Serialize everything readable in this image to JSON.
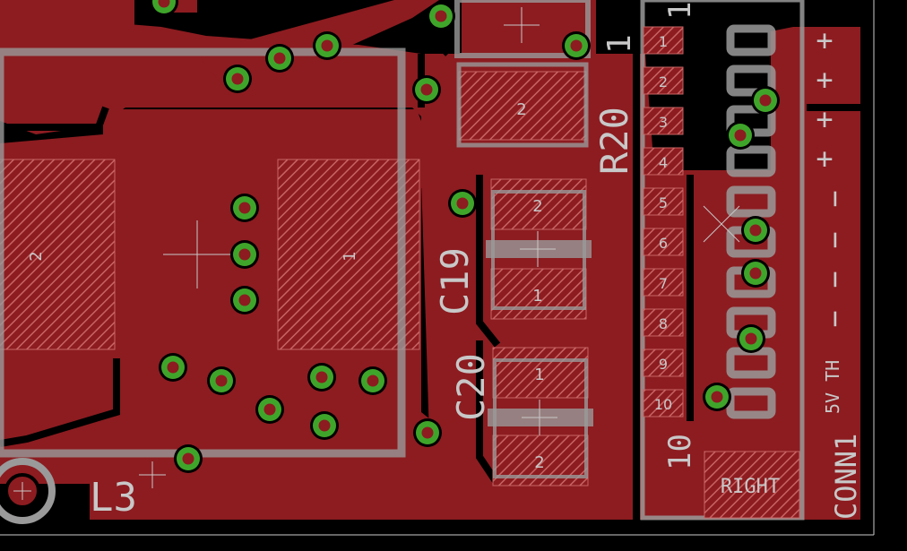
{
  "board": {
    "colors": {
      "background": "#000000",
      "copper": "#8c1c20",
      "pad_hatch": "#c86464",
      "via": "#3fa52a",
      "silkscreen": "#c8c8c8",
      "outline": "#9a9a9a"
    }
  },
  "labels": {
    "r20": "R20",
    "r20_pin1": "1",
    "c19": "C19",
    "c20": "C20",
    "l3": "L3",
    "conn1": "CONN1",
    "pwr": "5V TH",
    "right": "RIGHT",
    "conn_pin1": "1",
    "conn_pin10": "10",
    "plus_mark": "+",
    "minus_mark": "−"
  },
  "pads": {
    "l3_left": "2",
    "l3_right": "1",
    "r20_pad": "2",
    "c19_top": "2",
    "c19_bottom": "1",
    "c20_top": "1",
    "c20_bottom": "2"
  },
  "connector_pins": [
    "1",
    "2",
    "3",
    "4",
    "5",
    "6",
    "7",
    "8",
    "9",
    "10"
  ]
}
